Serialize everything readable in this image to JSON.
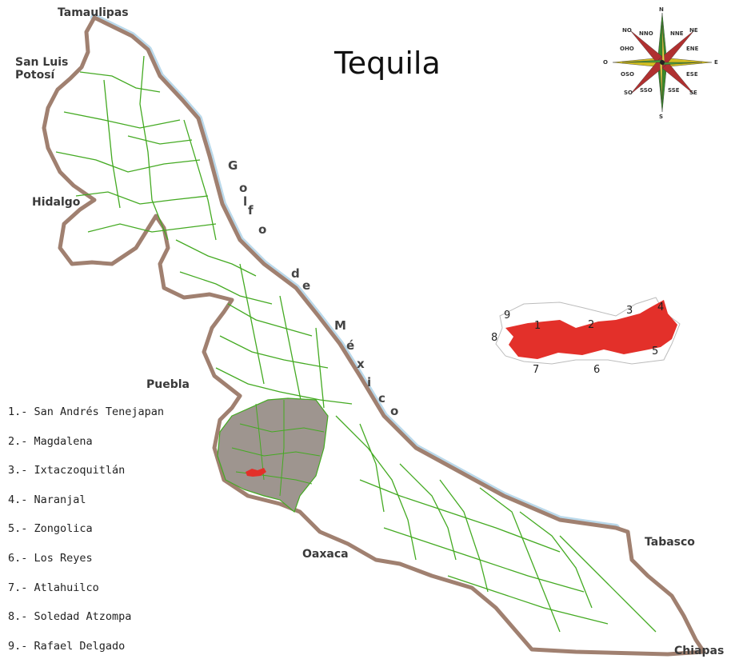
{
  "title": "Tequila",
  "states": {
    "tamaulipas": "Tamaulipas",
    "san_luis_1": "San Luis",
    "san_luis_2": "Potosí",
    "hidalgo": "Hidalgo",
    "puebla": "Puebla",
    "oaxaca": "Oaxaca",
    "tabasco": "Tabasco",
    "chiapas": "Chiapas"
  },
  "gulf_letters": [
    "G",
    "o",
    "l",
    "f",
    "o",
    "d",
    "e",
    "M",
    "é",
    "x",
    "i",
    "c",
    "o"
  ],
  "compass": {
    "n": "N",
    "s": "S",
    "e": "E",
    "o": "O",
    "ne": "NE",
    "no": "NO",
    "se": "SE",
    "so": "SO",
    "nne": "NNE",
    "nno": "NNO",
    "ene": "ENE",
    "oho": "OHO",
    "ese": "ESE",
    "oso": "OSO",
    "sse": "SSE",
    "sso": "SSO"
  },
  "inset_numbers": [
    "1",
    "2",
    "3",
    "4",
    "5",
    "6",
    "7",
    "8",
    "9"
  ],
  "legend": [
    "1.- San Andrés Tenejapan",
    "2.- Magdalena",
    "3.- Ixtaczoquitlán",
    "4.- Naranjal",
    "5.- Zongolica",
    "6.- Los Reyes",
    "7.- Atlahuilco",
    "8.- Soledad Atzompa",
    "9.- Rafael Delgado"
  ],
  "colors": {
    "state_fill": "#ffffff",
    "border": "#44aa22",
    "outer_border": "#a08070",
    "coast": "#a9cfe6",
    "region": "#9e958f",
    "highlight": "#e3302a"
  }
}
